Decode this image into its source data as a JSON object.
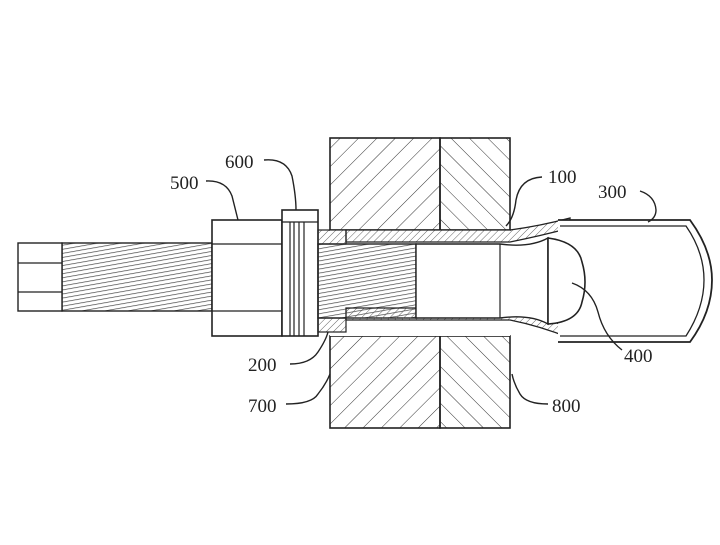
{
  "diagram": {
    "labels": {
      "l100": "100",
      "l200": "200",
      "l300": "300",
      "l400": "400",
      "l500": "500",
      "l600": "600",
      "l700": "700",
      "l800": "800"
    },
    "colors": {
      "stroke": "#222222",
      "background": "#ffffff"
    }
  }
}
